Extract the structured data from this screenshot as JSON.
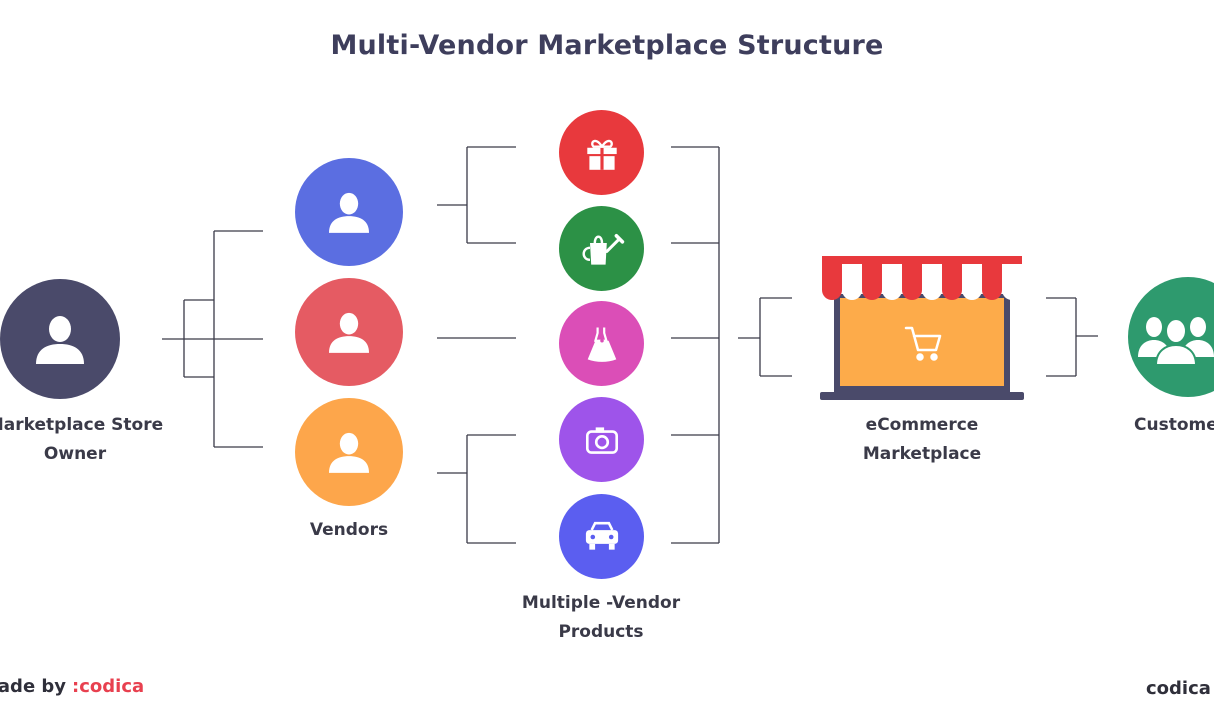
{
  "title": "Multi-Vendor Marketplace Structure",
  "nodes": {
    "owner": {
      "label_line1": "Marketplace Store",
      "label_line2": "Owner",
      "icon": "person-icon",
      "color": "#4a4a6a"
    },
    "vendors": [
      {
        "icon": "person-icon",
        "color": "#5b6ee1"
      },
      {
        "icon": "person-icon",
        "color": "#e55b63"
      },
      {
        "icon": "person-icon",
        "color": "#fda64b"
      }
    ],
    "vendors_label": "Vendors",
    "products": [
      {
        "icon": "gift-icon",
        "color": "#e8393d"
      },
      {
        "icon": "watering-can-icon",
        "color": "#2c9146"
      },
      {
        "icon": "dress-icon",
        "color": "#db4eb7"
      },
      {
        "icon": "camera-icon",
        "color": "#9e54ea"
      },
      {
        "icon": "car-icon",
        "color": "#5b5ef0"
      }
    ],
    "products_label_line1": "Multiple -Vendor",
    "products_label_line2": "Products",
    "marketplace": {
      "label_line1": "eCommerce",
      "label_line2": "Marketplace",
      "icon": "storefront-laptop-icon",
      "colors": {
        "awning_red": "#e8393d",
        "screen": "#fdab4a",
        "frame": "#4a4a6a"
      }
    },
    "customers": {
      "label": "Customers",
      "icon": "group-icon",
      "color": "#2e9a6e"
    }
  },
  "footer": {
    "made_by": "Made by",
    "brand": ":codica",
    "right_brand": "codica"
  }
}
